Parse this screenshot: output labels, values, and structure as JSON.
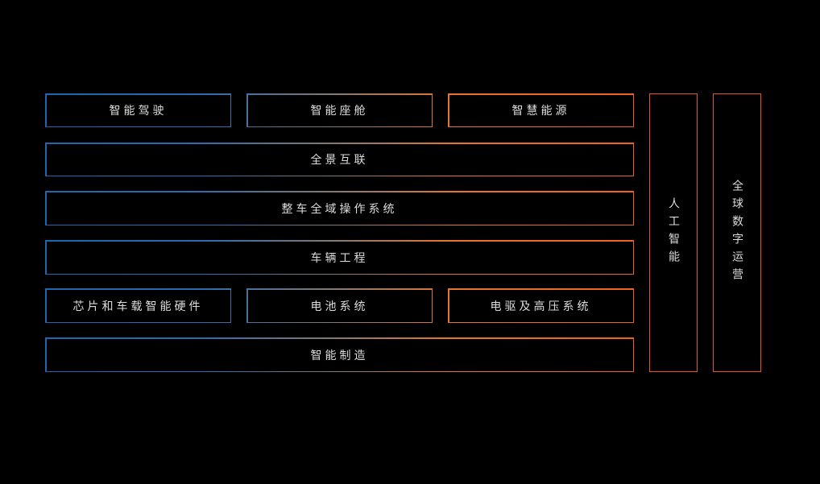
{
  "rows": {
    "r1": [
      "智能驾驶",
      "智能座舱",
      "智慧能源"
    ],
    "r2": "全景互联",
    "r3": "整车全域操作系统",
    "r4": "车辆工程",
    "r5": [
      "芯片和车载智能硬件",
      "电池系统",
      "电驱及高压系统"
    ],
    "r6": "智能制造"
  },
  "side": [
    "人工智能",
    "全球数字运营"
  ],
  "colors": {
    "blue": "#1f66b0",
    "orange": "#f0621e",
    "side_border": "#e8531e"
  }
}
